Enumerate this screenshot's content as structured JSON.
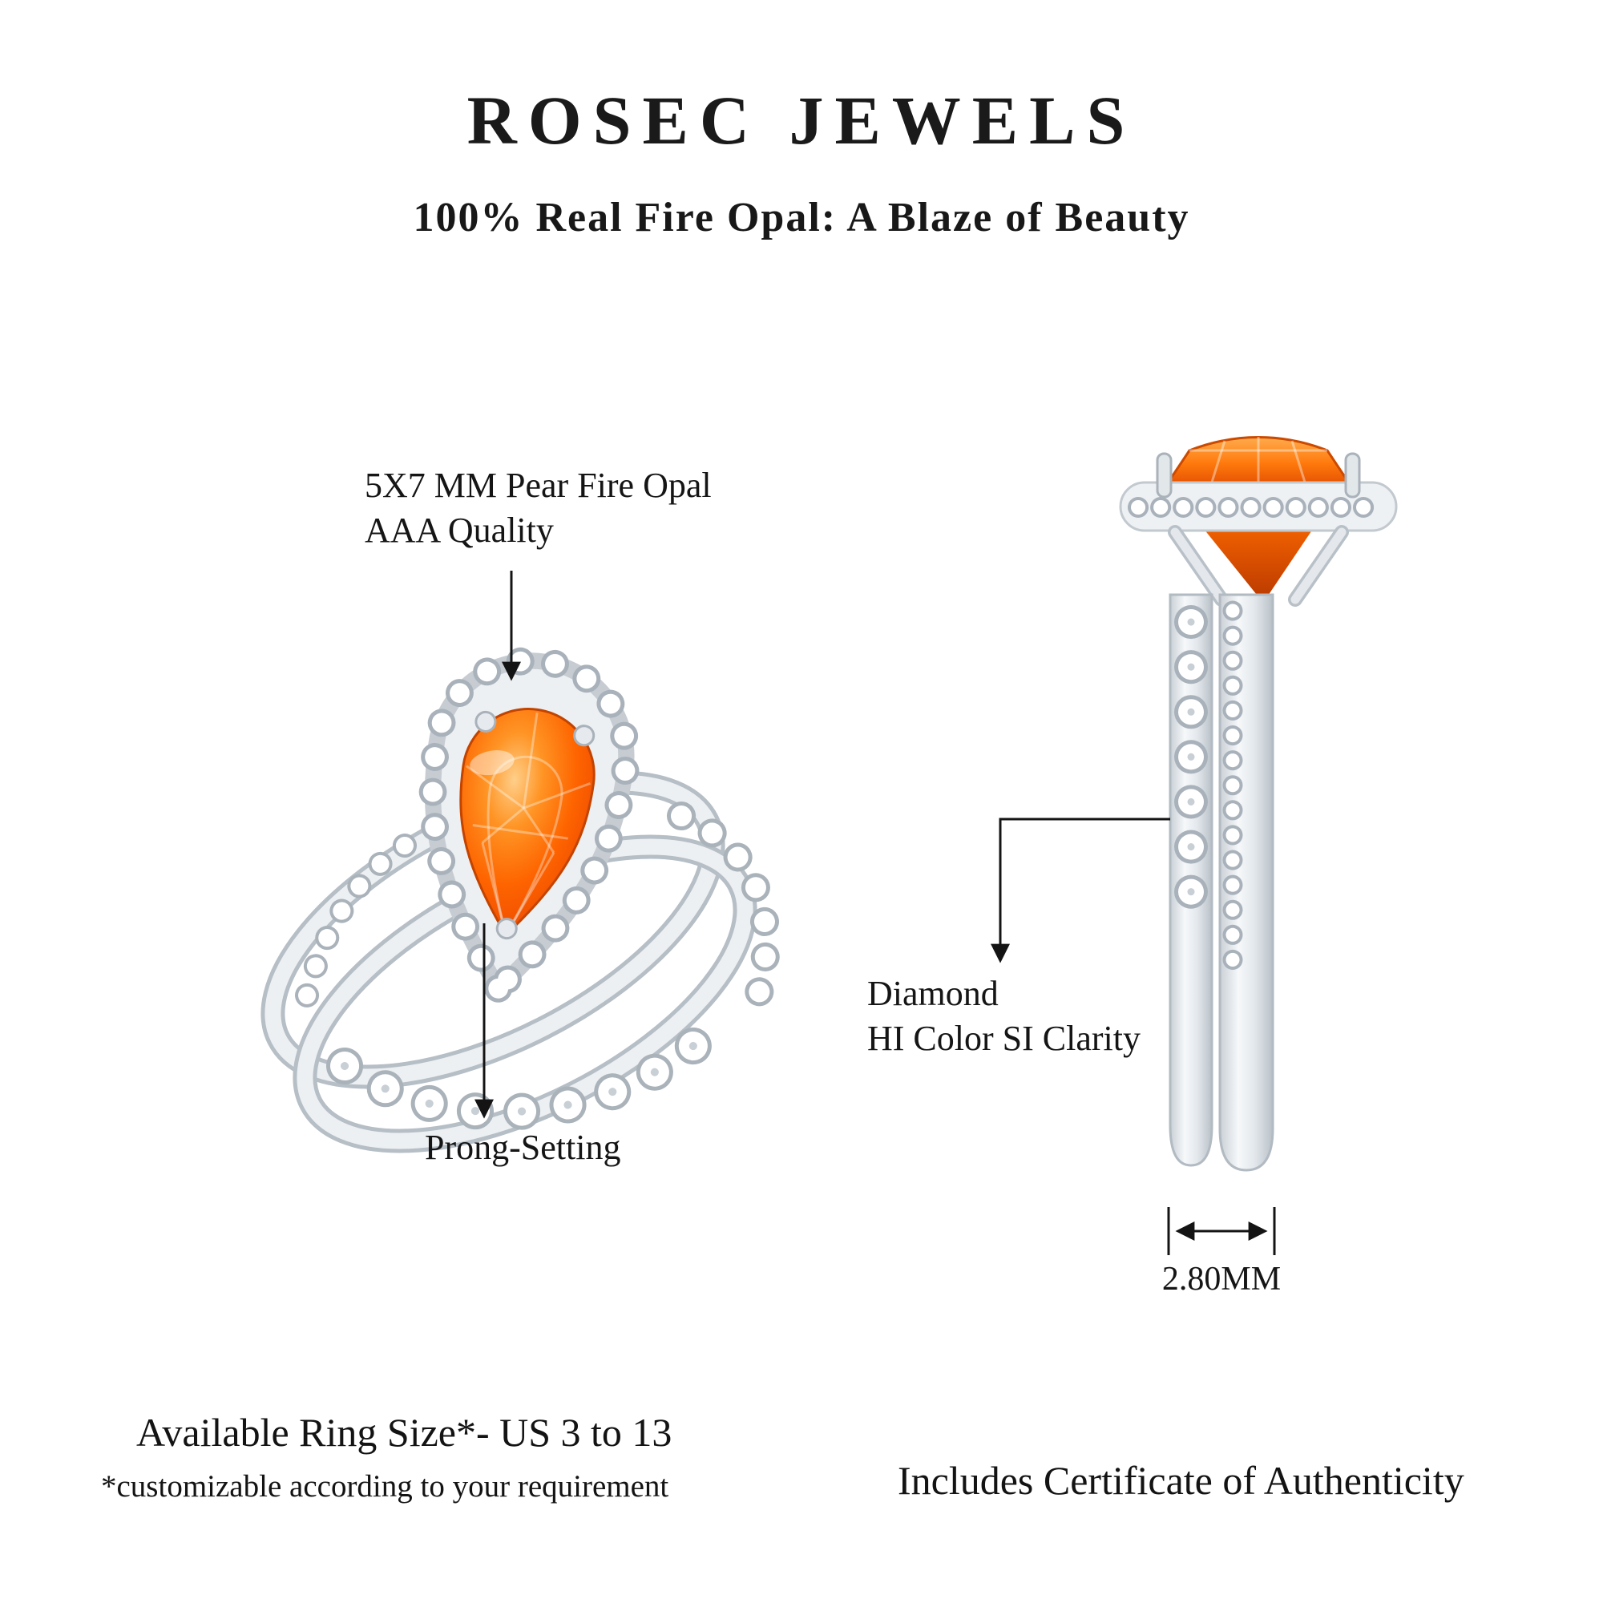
{
  "header": {
    "brand": "ROSEC JEWELS",
    "tagline": "100% Real Fire Opal: A Blaze of Beauty"
  },
  "callouts": {
    "stone": {
      "line1": "5X7 MM Pear Fire Opal",
      "line2": "AAA Quality"
    },
    "prong_setting": "Prong-Setting",
    "diamond": {
      "line1": "Diamond",
      "line2": "HI Color SI Clarity"
    },
    "band_width": "2.80MM"
  },
  "footer": {
    "size_info": "Available Ring Size*- US 3 to 13",
    "size_note": "*customizable according to your requirement",
    "certificate": "Includes Certificate of Authenticity"
  },
  "colors": {
    "opal_accent": "#fe5c00",
    "opal_light": "#ffa64d",
    "opal_dark": "#c63a00",
    "metal_light": "#eef1f3",
    "metal_dark": "#b7bec6",
    "text": "#141414",
    "background": "#ffffff"
  }
}
